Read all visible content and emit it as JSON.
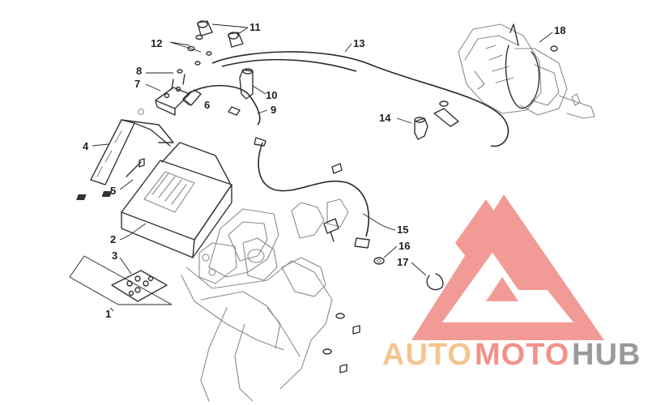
{
  "callouts": [
    {
      "id": "1",
      "label": "1"
    },
    {
      "id": "2",
      "label": "2"
    },
    {
      "id": "3",
      "label": "3"
    },
    {
      "id": "4",
      "label": "4"
    },
    {
      "id": "5",
      "label": "5"
    },
    {
      "id": "6",
      "label": "6"
    },
    {
      "id": "7",
      "label": "7"
    },
    {
      "id": "8",
      "label": "8"
    },
    {
      "id": "9",
      "label": "9"
    },
    {
      "id": "10",
      "label": "10"
    },
    {
      "id": "11",
      "label": "11"
    },
    {
      "id": "12",
      "label": "12"
    },
    {
      "id": "13",
      "label": "13"
    },
    {
      "id": "14",
      "label": "14"
    },
    {
      "id": "15",
      "label": "15"
    },
    {
      "id": "16",
      "label": "16"
    },
    {
      "id": "17",
      "label": "17"
    },
    {
      "id": "18",
      "label": "18"
    }
  ],
  "watermark": {
    "word_auto": "AUTO",
    "word_moto": "MOTO",
    "word_hub": "HUB",
    "color_auto": "#f6c48f",
    "color_moto": "#f1938a",
    "color_hub": "#9a9a9a",
    "triangle_color": "#f08a84"
  }
}
